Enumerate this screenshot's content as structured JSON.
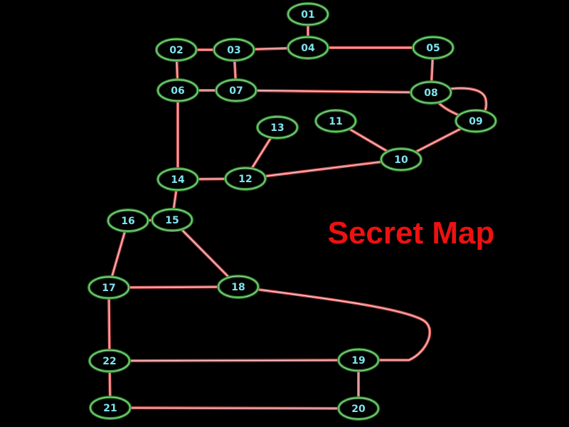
{
  "title": "Secret Map",
  "colors": {
    "background": "#000000",
    "node_fill": "#000000",
    "node_stroke": "#2e8b2e",
    "node_label": "#7fe3ef",
    "edge_outer": "#d85a5a",
    "edge_inner": "#ffffff",
    "title": "#ee1111"
  },
  "nodes": [
    {
      "id": "01",
      "label": "01"
    },
    {
      "id": "02",
      "label": "02"
    },
    {
      "id": "03",
      "label": "03"
    },
    {
      "id": "04",
      "label": "04"
    },
    {
      "id": "05",
      "label": "05"
    },
    {
      "id": "06",
      "label": "06"
    },
    {
      "id": "07",
      "label": "07"
    },
    {
      "id": "08",
      "label": "08"
    },
    {
      "id": "09",
      "label": "09"
    },
    {
      "id": "10",
      "label": "10"
    },
    {
      "id": "11",
      "label": "11"
    },
    {
      "id": "12",
      "label": "12"
    },
    {
      "id": "13",
      "label": "13"
    },
    {
      "id": "14",
      "label": "14"
    },
    {
      "id": "15",
      "label": "15"
    },
    {
      "id": "16",
      "label": "16"
    },
    {
      "id": "17",
      "label": "17"
    },
    {
      "id": "18",
      "label": "18"
    },
    {
      "id": "19",
      "label": "19"
    },
    {
      "id": "20",
      "label": "20"
    },
    {
      "id": "21",
      "label": "21"
    },
    {
      "id": "22",
      "label": "22"
    }
  ],
  "edges": [
    [
      "01",
      "04"
    ],
    [
      "02",
      "03"
    ],
    [
      "03",
      "04"
    ],
    [
      "04",
      "05"
    ],
    [
      "02",
      "06"
    ],
    [
      "03",
      "07"
    ],
    [
      "06",
      "07"
    ],
    [
      "07",
      "08"
    ],
    [
      "05",
      "08"
    ],
    [
      "08",
      "09"
    ],
    [
      "09",
      "10"
    ],
    [
      "10",
      "11"
    ],
    [
      "10",
      "12"
    ],
    [
      "12",
      "13"
    ],
    [
      "12",
      "14"
    ],
    [
      "06",
      "14"
    ],
    [
      "14",
      "15"
    ],
    [
      "15",
      "16"
    ],
    [
      "15",
      "18"
    ],
    [
      "16",
      "17"
    ],
    [
      "17",
      "18"
    ],
    [
      "18",
      "19"
    ],
    [
      "17",
      "22"
    ],
    [
      "22",
      "19"
    ],
    [
      "22",
      "21"
    ],
    [
      "19",
      "20"
    ],
    [
      "21",
      "20"
    ]
  ]
}
